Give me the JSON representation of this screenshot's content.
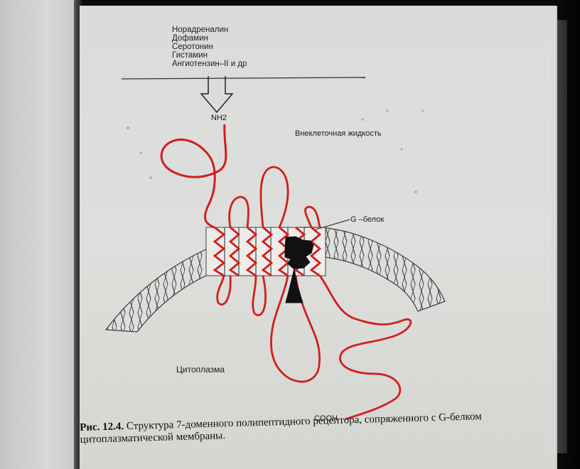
{
  "hormones": [
    "Норадреналин",
    "Дофамин",
    "Серотонин",
    "Гистамин",
    "Ангиотензин–II и др"
  ],
  "labels": {
    "nh2": "NH2",
    "extracellular": "Внеклеточная жидкость",
    "g_protein": "G –белок",
    "cytoplasm": "Цитоплазма",
    "cooh": "COOH"
  },
  "caption": {
    "prefix": "Рис. 12.4.",
    "text": "Структура 7-доменного полипептидного рецептора, сопряженного с G-белком цитоплазматической мембраны."
  },
  "colors": {
    "receptor": "#d11e1e",
    "membrane": "#3d3d3d",
    "g_protein": "#111111",
    "page": "#dcdcd8"
  }
}
